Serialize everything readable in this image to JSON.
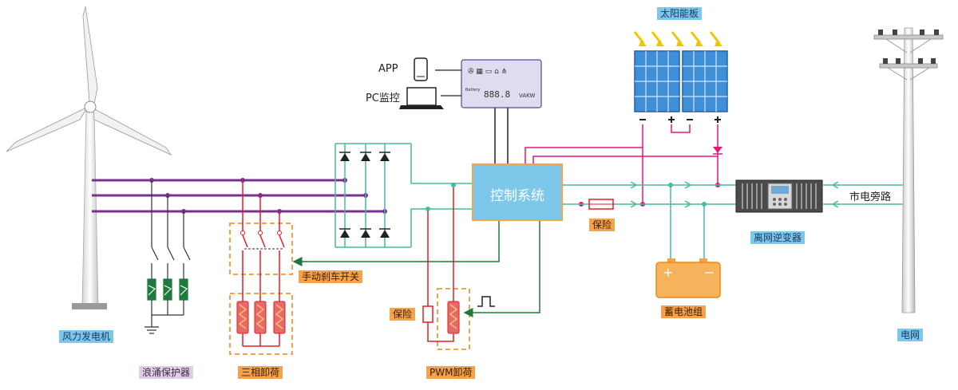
{
  "labels": {
    "wind_generator": "风力发电机",
    "surge_protector": "浪涌保护器",
    "three_phase_dump_load": "三相卸荷",
    "manual_brake_switch": "手动刹车开关",
    "pwm_dump_load": "PWM卸荷",
    "fuse_main": "保险",
    "fuse_pwm": "保险",
    "solar_panel": "太阳能板",
    "off_grid_inverter": "离网逆变器",
    "battery_bank": "蓄电池组",
    "utility_grid": "电网",
    "grid_bypass": "市电旁路",
    "app": "APP",
    "pc_monitor": "PC监控",
    "control_system": "控制系统"
  },
  "display_panel": {
    "icons": [
      "Wind",
      "Solar",
      "Battery",
      "Load"
    ],
    "readout": "888.8",
    "units": "VAKW",
    "side_text": "Battery"
  },
  "colors": {
    "ac_line": "#7b2f8e",
    "dc_line": "#49b9a0",
    "red_line": "#e31e24",
    "pink_line": "#e5157a",
    "control_line": "#1e7a3c",
    "panel_blue": "#3f8fd8",
    "label_blue": "#7cc7ea",
    "label_orange": "#f5a24d",
    "label_lilac": "#e0cfe3"
  },
  "icons": {
    "wind": "wind-turbine-icon",
    "phone": "phone-icon",
    "laptop": "laptop-icon",
    "sun": "sun-rays-icon",
    "pole": "utility-pole-icon",
    "battery": "battery-icon",
    "inverter": "inverter-icon"
  }
}
